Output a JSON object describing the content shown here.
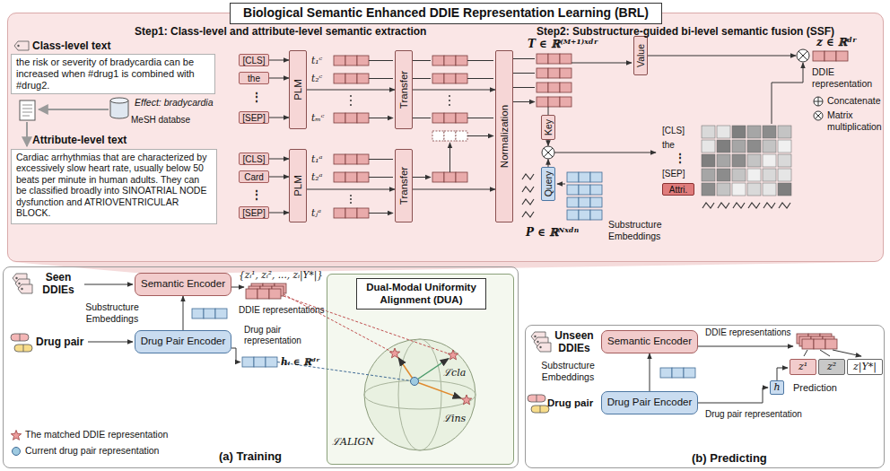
{
  "diagram": {
    "nodes": [
      {
        "text": [
          "Biological Semantic Enhanced DDIE Representation Learning (BRL)"
        ]
      },
      {
        "text": [
          "the risk or severity of bradycardia can be increased when #drug1 is combined with #drug2."
        ],
        "in": 0
      },
      {
        "text": [
          "[CLS]"
        ],
        "in": 0
      },
      {
        "text": [
          "the"
        ],
        "in": 0
      },
      {
        "text": [
          "[SEP]"
        ],
        "in": 0
      },
      {
        "text": [
          "PLM"
        ],
        "in": 0
      },
      {
        "text": [
          "Transfer"
        ],
        "in": 0
      },
      {
        "text": [
          "Cardiac arrhythmias that are characterized by excessively slow heart rate, usually below 50 beats per minute in human adults. They can be classified broadly into SINOATRIAL NODE dysfunction and ATRIOVENTRICULAR BLOCK."
        ],
        "in": 0
      },
      {
        "text": [
          "[CLS]"
        ],
        "in": 0
      },
      {
        "text": [
          "Card"
        ],
        "in": 0
      },
      {
        "text": [
          "[SEP]"
        ],
        "in": 0
      },
      {
        "text": [
          "PLM"
        ],
        "in": 0
      },
      {
        "text": [
          "Transfer"
        ],
        "in": 0
      },
      {
        "text": [
          "Normalization"
        ],
        "in": 0
      },
      {
        "text": [
          "Value"
        ],
        "in": 0
      },
      {
        "text": [
          "Key"
        ],
        "in": 0
      },
      {
        "text": [
          "Query"
        ],
        "in": 0
      },
      {
        "text": [
          "Attri."
        ],
        "in": 0
      },
      {
        "text": [
          "(a) Training"
        ]
      },
      {
        "text": [
          "Semantic Encoder"
        ],
        "in": 18
      },
      {
        "text": [
          "Drug Pair Encoder"
        ],
        "in": 18
      },
      {
        "text": [
          "Dual-Modal Uniformity Alignment (DUA)"
        ],
        "in": 18
      },
      {
        "text": [
          "(b) Predicting"
        ]
      },
      {
        "text": [
          "Semantic Encoder"
        ],
        "in": 22
      },
      {
        "text": [
          "Drug Pair Encoder"
        ],
        "in": 22
      },
      {
        "text": [
          "z¹"
        ],
        "in": 22
      },
      {
        "text": [
          "z²"
        ],
        "in": 22
      },
      {
        "text": [
          "z|Y*|"
        ],
        "in": 22
      },
      {
        "text": [
          "h"
        ],
        "in": 22
      }
    ],
    "edges": [
      {
        "from": 2,
        "to": 5,
        "arrow": "to"
      },
      {
        "from": 3,
        "to": 5,
        "arrow": "to"
      },
      {
        "from": 4,
        "to": 5,
        "arrow": "to"
      },
      {
        "from": 5,
        "to": 6,
        "arrow": "to"
      },
      {
        "from": 8,
        "to": 11,
        "arrow": "to"
      },
      {
        "from": 9,
        "to": 11,
        "arrow": "to"
      },
      {
        "from": 10,
        "to": 11,
        "arrow": "to"
      },
      {
        "from": 11,
        "to": 12,
        "arrow": "to"
      },
      {
        "from": 6,
        "to": 13,
        "arrow": "to"
      },
      {
        "from": 12,
        "to": 13,
        "arrow": "to"
      },
      {
        "from": 20,
        "to": 19,
        "arrow": "to"
      },
      {
        "from": 24,
        "to": 23,
        "arrow": "to"
      }
    ],
    "labels": [
      "Step1: Class-level and attribute-level semantic extraction",
      "Step2: Substructure-guided bi-level semantic fusion (SSF)",
      "Class-level text",
      "Effect: bradycardia",
      "MeSH databse",
      "Attribute-level text",
      "⋮",
      "⋮",
      "t₁ᶜ",
      "t₂ᶜ",
      "tₘᶜ",
      "t₁ᵃ",
      "t₂ᵃ",
      "tⱼᵃ",
      "T ∈ ℝ⁽ᴹ⁺¹⁾ˣᵈʳ",
      "P ∈ ℝᴺˣᵈⁿ",
      "Substructure Embeddings",
      "[CLS]",
      "the",
      "⋮",
      "[SEP]",
      "z ∈ ℝᵈʳ",
      "DDIE representation",
      "Seen DDIEs",
      "Substructure Embeddings",
      "Drug pair",
      "{zᵢ¹, zᵢ², ..., zᵢ|Y*|}",
      "DDIE representations",
      "Drug pair representation",
      "hᵢ ∈ ℝᵈʳ",
      "ℒcla",
      "ℒALIGN",
      "ℒins",
      "Unseen DDIEs",
      "Substructure Embeddings",
      "Drug pair",
      "DDIE representations",
      "Prediction",
      "Drug pair representation"
    ],
    "legend": [
      {
        "text": "Concatenate"
      },
      {
        "text": "Matrix multiplication"
      },
      {
        "text": "The matched DDIE representation"
      },
      {
        "text": "Current drug pair representation"
      }
    ]
  }
}
